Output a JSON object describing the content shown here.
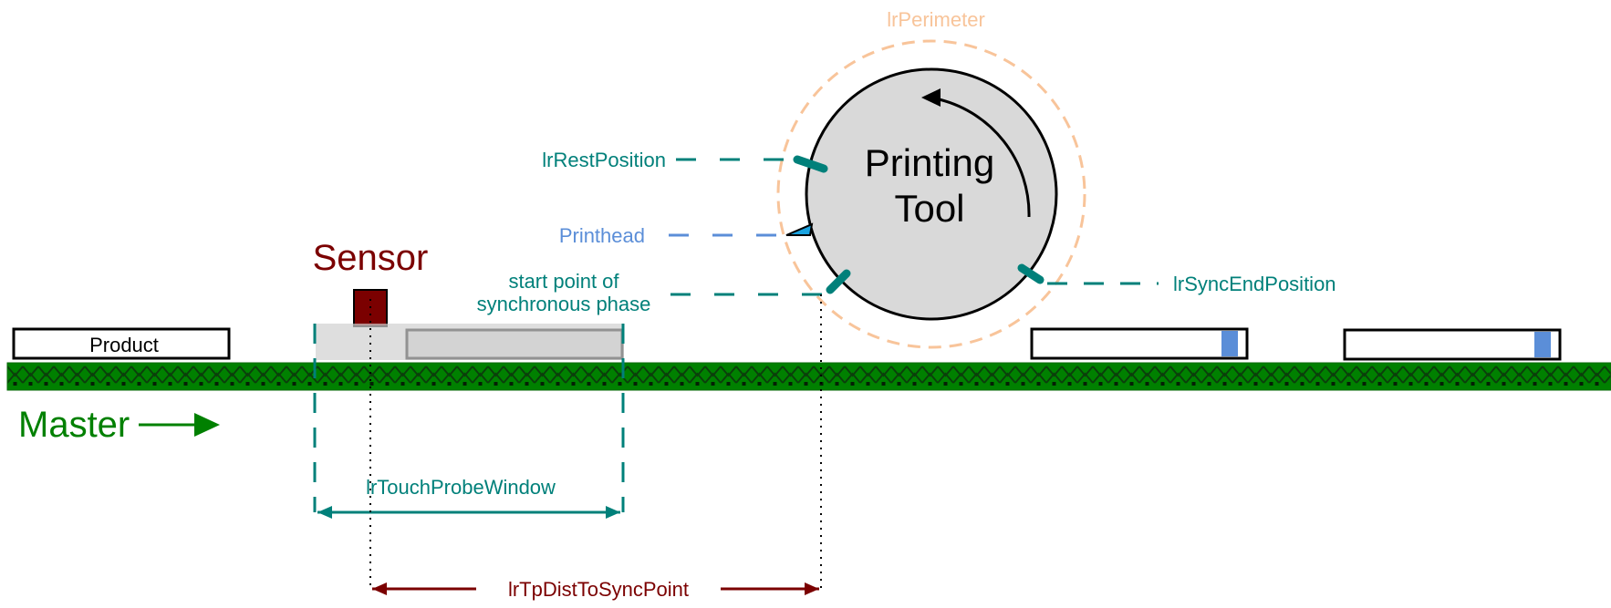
{
  "title": "Printing tool synchronization diagram",
  "colors": {
    "teal": "#00807a",
    "dark_red": "#7b0000",
    "blue": "#5b8ed8",
    "peach": "#f8c49a",
    "green": "#008000",
    "belt_dark": "#0b4a0b",
    "tool_fill": "#d9d9d9",
    "printhead": "#1aa3e0"
  },
  "labels": {
    "perimeter": "lrPerimeter",
    "tool_line1": "Printing",
    "tool_line2": "Tool",
    "rest_position": "lrRestPosition",
    "printhead": "Printhead",
    "sync_start_line1": "start point of",
    "sync_start_line2": "synchronous phase",
    "sync_end": "lrSyncEndPosition",
    "sensor": "Sensor",
    "product": "Product",
    "master": "Master",
    "touch_probe_window": "lrTouchProbeWindow",
    "tp_dist_to_sync": "lrTpDistToSyncPoint"
  },
  "products": [
    {
      "label": "Product",
      "printed": false
    },
    {
      "label": "",
      "printed": false,
      "in_window": true
    },
    {
      "label": "",
      "printed": true
    },
    {
      "label": "",
      "printed": true
    }
  ],
  "rotation_direction": "counter-clockwise"
}
